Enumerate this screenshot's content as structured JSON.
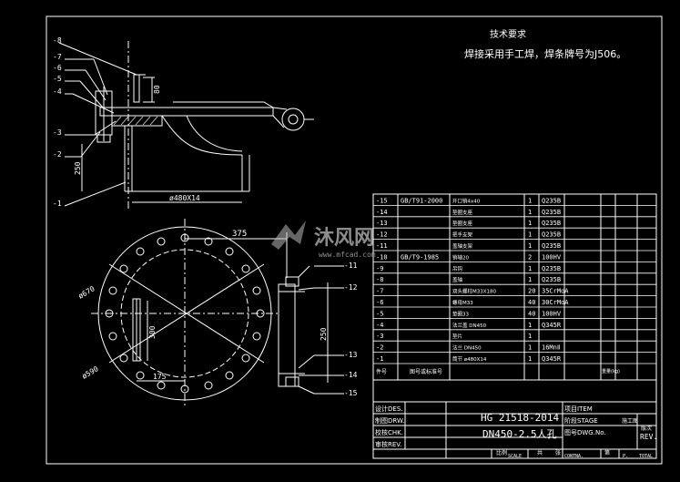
{
  "drawing": {
    "tech_req_title": "技术要求",
    "tech_req_line": "焊接采用手工焊，焊条牌号为J506。",
    "watermark_text": "沐风网",
    "watermark_url": "www.mfcad.com"
  },
  "front_view": {
    "callouts": [
      "-8",
      "-7",
      "-6",
      "-5",
      "-4",
      "-3",
      "-2",
      "-1"
    ],
    "dim_handle": "80",
    "dim_height": "250",
    "dim_neck": "ø480X14"
  },
  "plan_view": {
    "dim_375": "375",
    "dim_670": "ø670",
    "dim_590": "ø590",
    "dim_175": "175",
    "dim_300": "300",
    "dim_250": "250",
    "callouts": [
      "-11",
      "-12",
      "-13",
      "-14",
      "-15"
    ]
  },
  "bom": {
    "rows": [
      {
        "no": "-15",
        "std": "GB/T91-2000",
        "name": "开口销4x40",
        "qty": "1",
        "mat": "Q235B",
        "note": ""
      },
      {
        "no": "-14",
        "std": "",
        "name": "垫圈支座",
        "qty": "1",
        "mat": "Q235B",
        "note": ""
      },
      {
        "no": "-13",
        "std": "",
        "name": "垫圈支座",
        "qty": "1",
        "mat": "Q235B",
        "note": ""
      },
      {
        "no": "-12",
        "std": "",
        "name": "把手支架",
        "qty": "1",
        "mat": "Q235B",
        "note": ""
      },
      {
        "no": "-11",
        "std": "",
        "name": "盖轴支架",
        "qty": "1",
        "mat": "Q235B",
        "note": ""
      },
      {
        "no": "-10",
        "std": "GB/T9-1985",
        "name": "销轴20",
        "qty": "2",
        "mat": "100HV",
        "note": ""
      },
      {
        "no": "-9",
        "std": "",
        "name": "吊钩",
        "qty": "1",
        "mat": "Q235B",
        "note": ""
      },
      {
        "no": "-8",
        "std": "",
        "name": "盖轴",
        "qty": "1",
        "mat": "Q235B",
        "note": ""
      },
      {
        "no": "-7",
        "std": "",
        "name": "双头螺柱M33X180",
        "qty": "20",
        "mat": "35CrMoA",
        "note": ""
      },
      {
        "no": "-6",
        "std": "",
        "name": "螺母M33",
        "qty": "40",
        "mat": "30CrMoA",
        "note": ""
      },
      {
        "no": "-5",
        "std": "",
        "name": "垫圈33",
        "qty": "40",
        "mat": "100HV",
        "note": ""
      },
      {
        "no": "-4",
        "std": "",
        "name": "法兰盖 DN450",
        "qty": "1",
        "mat": "Q345R",
        "note": ""
      },
      {
        "no": "-3",
        "std": "",
        "name": "垫片",
        "qty": "1",
        "mat": "",
        "note": ""
      },
      {
        "no": "-2",
        "std": "",
        "name": "法兰 DN450",
        "qty": "1",
        "mat": "16MnⅡ",
        "note": ""
      },
      {
        "no": "-1",
        "std": "",
        "name": "筒节 ø480X14",
        "qty": "1",
        "mat": "Q345R",
        "note": ""
      }
    ],
    "header": {
      "no": "件号",
      "std": "图号或标准号",
      "weight": "重量(kg)"
    }
  },
  "title_block": {
    "des": "设计DES.",
    "drw": "制图DRW.",
    "chk": "校核CHK.",
    "rev": "审核REV.",
    "std_code": "HG 21518-2014",
    "part": "DN450-2.5人孔",
    "item": "项目ITEM",
    "stage": "阶段STAGE",
    "stage_val": "施工图",
    "dwgno": "图号DWG.No.",
    "rev_label": "REV.",
    "rev_cn": "版次",
    "footer": [
      "比例",
      "SCALE",
      "共",
      "张",
      "CONTNA.",
      "第",
      "P.",
      "TOTAL"
    ]
  }
}
